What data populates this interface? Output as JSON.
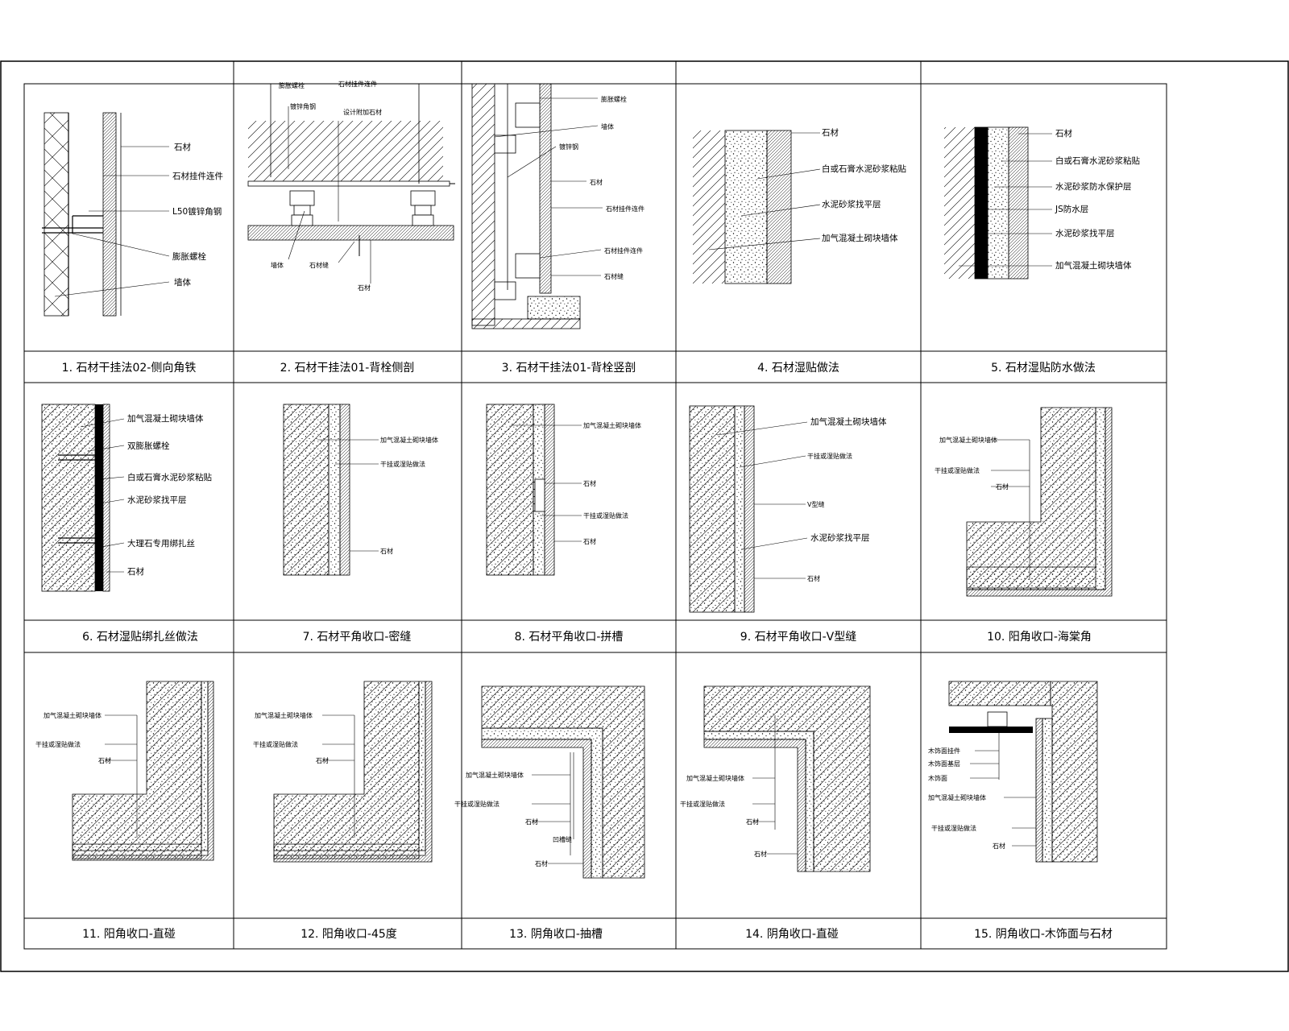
{
  "panels": [
    {
      "caption": "1. 石材干挂法02-侧向角铁",
      "labels": [
        "石材",
        "石材挂件连件",
        "L50镀锌角钢",
        "膨胀螺栓",
        "墙体"
      ]
    },
    {
      "caption": "2. 石材干挂法01-背栓侧剖",
      "labels": [
        "膨胀螺栓",
        "石材挂件连件",
        "镀锌角钢",
        "设计附加石材",
        "墙体",
        "石材缝",
        "石材"
      ]
    },
    {
      "caption": "3. 石材干挂法01-背栓竖剖",
      "labels": [
        "膨胀螺栓",
        "墙体",
        "镀锌钢",
        "石材",
        "石材挂件连件",
        "石材挂件连件",
        "石材缝"
      ]
    },
    {
      "caption": "4. 石材湿贴做法",
      "labels": [
        "石材",
        "白或石膏水泥砂浆粘贴",
        "水泥砂浆找平层",
        "加气混凝土砌块墙体"
      ]
    },
    {
      "caption": "5. 石材湿贴防水做法",
      "labels": [
        "石材",
        "白或石膏水泥砂浆粘贴",
        "水泥砂浆防水保护层",
        "JS防水层",
        "水泥砂浆找平层",
        "加气混凝土砌块墙体"
      ]
    },
    {
      "caption": "6. 石材湿贴绑扎丝做法",
      "labels": [
        "加气混凝土砌块墙体",
        "双膨胀螺栓",
        "白或石膏水泥砂浆粘贴",
        "水泥砂浆找平层",
        "大理石专用绑扎丝",
        "石材"
      ]
    },
    {
      "caption": "7. 石材平角收口-密缝",
      "labels": [
        "加气混凝土砌块墙体",
        "干挂或湿贴做法",
        "石材"
      ]
    },
    {
      "caption": "8. 石材平角收口-拼槽",
      "labels": [
        "加气混凝土砌块墙体",
        "石材",
        "干挂或湿贴做法",
        "石材"
      ]
    },
    {
      "caption": "9. 石材平角收口-V型缝",
      "labels": [
        "加气混凝土砌块墙体",
        "干挂或湿贴做法",
        "V型缝",
        "水泥砂浆找平层",
        "石材"
      ]
    },
    {
      "caption": "10. 阳角收口-海棠角",
      "labels": [
        "加气混凝土砌块墙体",
        "干挂或湿贴做法",
        "石材"
      ]
    },
    {
      "caption": "11. 阳角收口-直碰",
      "labels": [
        "加气混凝土砌块墙体",
        "干挂或湿贴做法",
        "石材"
      ]
    },
    {
      "caption": "12. 阳角收口-45度",
      "labels": [
        "加气混凝土砌块墙体",
        "干挂或湿贴做法",
        "石材"
      ]
    },
    {
      "caption": "13. 阴角收口-抽槽",
      "labels": [
        "加气混凝土砌块墙体",
        "干挂或湿贴做法",
        "石材",
        "凹槽缝",
        "石材"
      ]
    },
    {
      "caption": "14. 阴角收口-直碰",
      "labels": [
        "加气混凝土砌块墙体",
        "干挂或湿贴做法",
        "石材",
        "石材"
      ]
    },
    {
      "caption": "15. 阴角收口-木饰面与石材",
      "labels": [
        "木饰面挂件",
        "木饰面基层",
        "木饰面",
        "加气混凝土砌块墙体",
        "干挂或湿贴做法",
        "石材"
      ]
    }
  ]
}
